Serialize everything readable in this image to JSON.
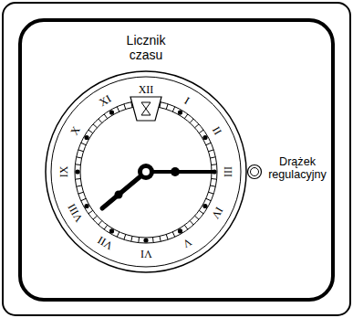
{
  "diagram": {
    "labels": [
      "Licznik czasu",
      "Drążek regulacyjny",
      "XII",
      "I",
      "II",
      "III",
      "IV",
      "V",
      "VI",
      "VII",
      "VIII",
      "IX",
      "X",
      "XI"
    ]
  }
}
